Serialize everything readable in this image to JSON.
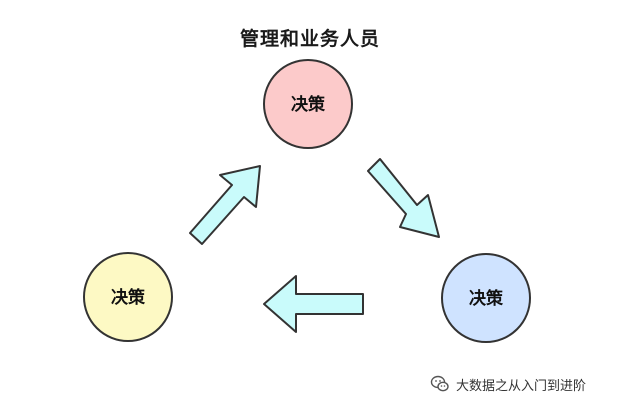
{
  "title": "管理和业务人员",
  "nodes": [
    {
      "id": "top",
      "label": "决策",
      "fill": "#fccaca",
      "stroke": "#333333"
    },
    {
      "id": "right",
      "label": "决策",
      "fill": "#cfe3ff",
      "stroke": "#333333"
    },
    {
      "id": "left",
      "label": "决策",
      "fill": "#fdf9c4",
      "stroke": "#333333"
    }
  ],
  "arrow_color": "#c9fbfb",
  "arrow_stroke": "#333333",
  "watermark": {
    "text": "大数据之从入门到进阶",
    "icon": "wechat-icon"
  }
}
